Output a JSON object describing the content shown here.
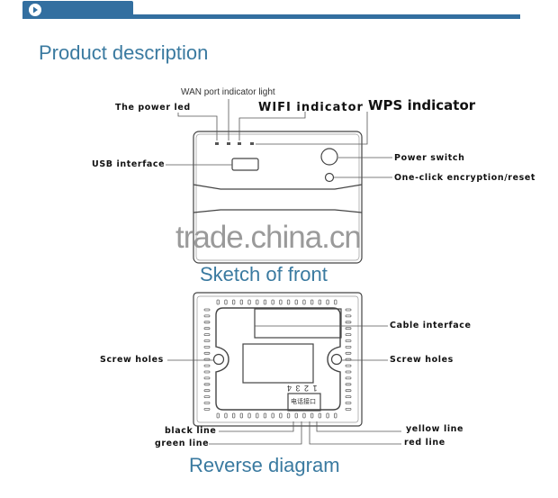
{
  "header": {
    "title": "Product description",
    "accent_color": "#336fa0",
    "icon": "play-circle-icon"
  },
  "front": {
    "caption": "Sketch of front",
    "labels": {
      "wan": "WAN port indicator light",
      "power_led": "The power led",
      "wifi": "WIFI indicator",
      "wps": "WPS indicator",
      "usb": "USB interface",
      "power_switch": "Power switch",
      "reset": "One-click encryption/reset"
    }
  },
  "watermark": "trade.china.cn",
  "back": {
    "caption": "Reverse diagram",
    "pin_numbers": "1 2 3 4",
    "connector_text": "电话接口",
    "labels": {
      "cable": "Cable interface",
      "screw_left": "Screw holes",
      "screw_right": "Screw holes",
      "black": "black line",
      "green": "green line",
      "yellow": "yellow line",
      "red": "red line"
    }
  }
}
